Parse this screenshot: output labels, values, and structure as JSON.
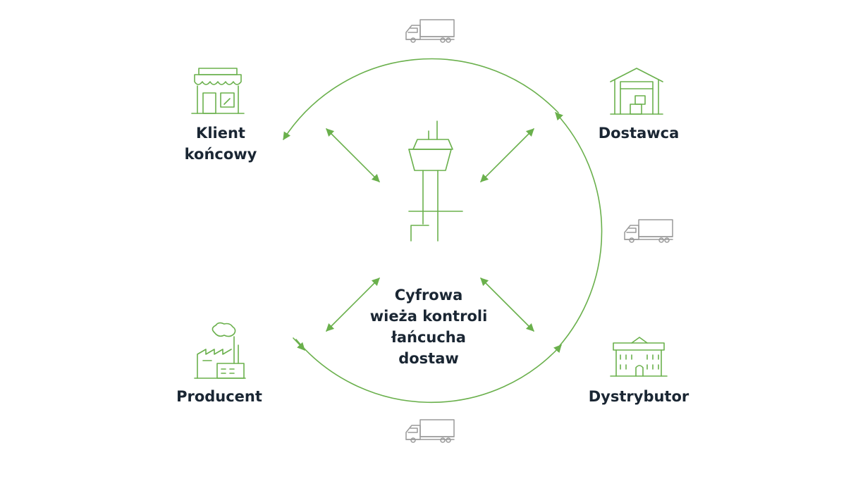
{
  "nodes": {
    "klient": {
      "line1": "Klient",
      "line2": "końcowy"
    },
    "dostawca": "Dostawca",
    "producent": "Producent",
    "dystrybutor": "Dystrybutor"
  },
  "center": {
    "line1": "Cyfrowa",
    "line2": "wieża kontroli",
    "line3": "łańcucha",
    "line4": "dostaw"
  },
  "colors": {
    "accent": "#6ab04c",
    "truck": "#9a9a9a",
    "text": "#1a2633"
  },
  "icons": [
    "store-icon",
    "warehouse-icon",
    "factory-icon",
    "distribution-building-icon",
    "control-tower-icon",
    "truck-icon"
  ]
}
